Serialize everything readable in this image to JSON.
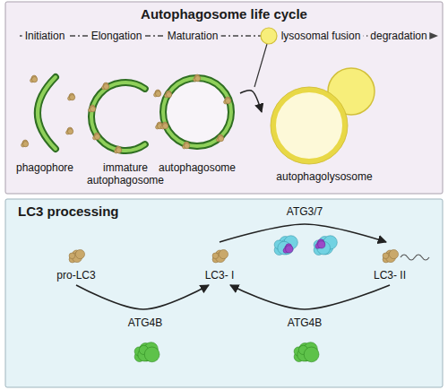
{
  "diagram": {
    "nodes": [
      {
        "text": [
          "Autophagosome life cycle"
        ]
      },
      {
        "text": [
          "phagophore"
        ],
        "in": 0
      },
      {
        "text": [
          "immature autophagosome"
        ],
        "in": 0
      },
      {
        "text": [
          "autophagosome"
        ],
        "in": 0
      },
      {
        "text": [
          "autophagolysosome"
        ],
        "in": 0
      },
      {
        "text": [
          "LC3 processing"
        ]
      },
      {
        "text": [
          "pro-LC3"
        ],
        "in": 5
      },
      {
        "text": [
          "LC3- I"
        ],
        "in": 5
      },
      {
        "text": [
          "LC3- II"
        ],
        "in": 5
      }
    ],
    "edges": [
      {
        "from": 3,
        "to": 4,
        "arrow": "to"
      },
      {
        "from": 6,
        "to": 7,
        "arrow": "to",
        "label": "ATG4B"
      },
      {
        "from": 7,
        "to": 8,
        "arrow": "to",
        "label": "ATG3/7"
      },
      {
        "from": 8,
        "to": 7,
        "arrow": "to",
        "label": "ATG4B"
      }
    ],
    "labels": [
      "Initiation",
      "Elongation",
      "Maturation",
      "lysosomal fusion",
      "degradation"
    ]
  }
}
